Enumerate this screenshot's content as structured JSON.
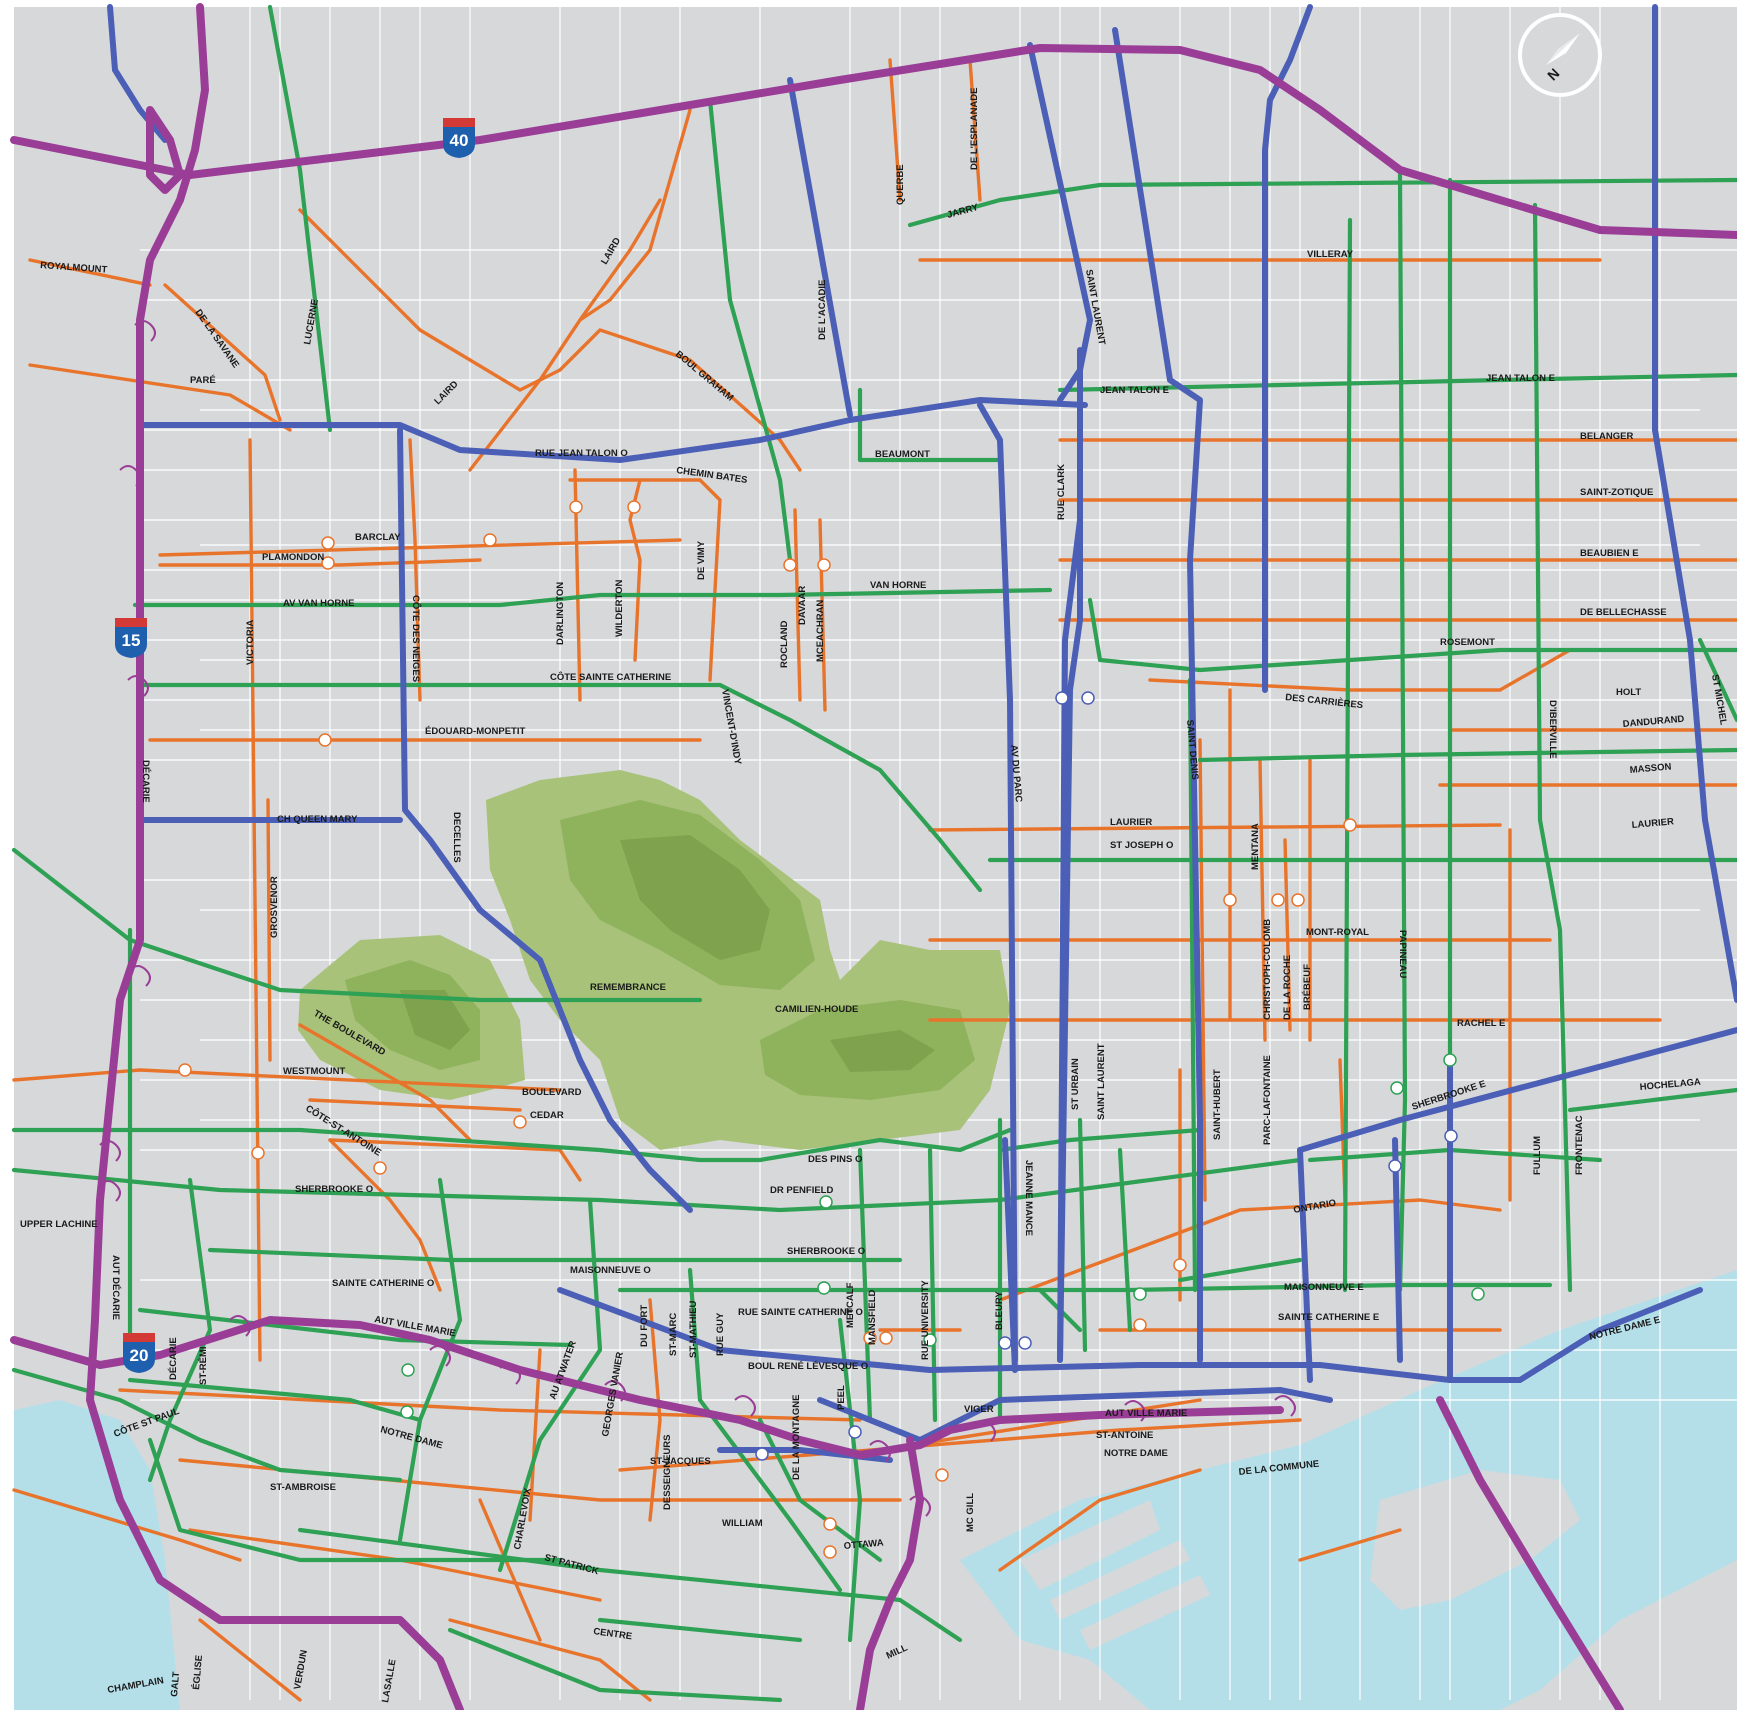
{
  "map": {
    "colors": {
      "land": "#d7d8da",
      "water": "#b4dfe9",
      "park": "#9bb96a",
      "park_dark": "#7fa34e",
      "orange_route": "#e8742c",
      "green_route": "#2ea154",
      "blue_route": "#4b5fb6",
      "purple_highway": "#9a3d96"
    },
    "shields": [
      {
        "id": "i40",
        "number": "40"
      },
      {
        "id": "i15",
        "number": "15"
      },
      {
        "id": "i20",
        "number": "20"
      }
    ],
    "compass_icon": "north-arrow-icon",
    "labels": [
      "ROYALMOUNT",
      "DE LA SAVANE",
      "PARÉ",
      "LUCERNE",
      "LAIRD",
      "LAIRD",
      "BOUL GRAHAM",
      "QUERBE",
      "DE L'ESPLANADE",
      "JARRY",
      "DE L'ACADIE",
      "SAINT LAURENT",
      "VILLERAY",
      "JEAN TALON E",
      "JEAN TALON E",
      "BEAUMONT",
      "RUE JEAN TALON O",
      "CHEMIN BATES",
      "BELANGER",
      "SAINT-ZOTIQUE",
      "BEAUBIEN E",
      "DE BELLECHASSE",
      "ROSEMONT",
      "BARCLAY",
      "PLAMONDON",
      "AV VAN HORNE",
      "VAN HORNE",
      "DARLINGTON",
      "WILDERTON",
      "DE VIMY",
      "ROCLAND",
      "DAVAAR",
      "MCEACHRAN",
      "RUE CLARK",
      "VICTORIA",
      "CÔTE DES NEIGES",
      "CÔTE SAINTE CATHERINE",
      "ÉDOUARD-MONPETIT",
      "VINCENT-D'INDY",
      "DES CARRIÈRES",
      "HOLT",
      "DANDURAND",
      "MASSON",
      "ST MICHEL",
      "D'IBERVILLE",
      "SAINT DENIS",
      "AV DU PARC",
      "DÉCARIE",
      "CH QUEEN MARY",
      "DECELLES",
      "GROSVENOR",
      "LAURIER",
      "LAURIER",
      "ST JOSEPH O",
      "MENTANA",
      "MONT-ROYAL",
      "CHRISTOPH-COLOMB",
      "DE LA ROCHE",
      "BRÉBEUF",
      "PAPINEAU",
      "RACHEL E",
      "REMEMBRANCE",
      "CAMILIEN-HOUDE",
      "THE BOULEVARD",
      "WESTMOUNT",
      "BOULEVARD",
      "CEDAR",
      "CÔTE-ST-ANTOINE",
      "ST URBAIN",
      "SAINT LAURENT",
      "SAINT-HUBERT",
      "PARC-LAFONTAINE",
      "SHERBROOKE E",
      "HOCHELAGA",
      "FULLUM",
      "FRONTENAC",
      "DES PINS O",
      "DR PENFIELD",
      "JEANNE MANCE",
      "SHERBROOKE O",
      "UPPER LACHINE",
      "ONTARIO",
      "SHERBROOKE O",
      "MAISONNEUVE O",
      "SAINTE CATHERINE O",
      "MAISONNEUVE E",
      "SAINTE CATHERINE E",
      "NOTRE DAME E",
      "AUT VILLE MARIE",
      "AUT DÉCARIE",
      "RUE SAINTE CATHERINE O",
      "DU FORT",
      "ST-MARC",
      "ST-MATHIEU",
      "RUE GUY",
      "METCALF",
      "MANSFIELD",
      "RUE UNIVERSITY",
      "BLEURY",
      "BOUL RENÉ LÉVESQUE O",
      "DÉCARIE",
      "ST-RÉMI",
      "CÔTE ST PAUL",
      "NOTRE DAME",
      "AU ATWATER",
      "GEORGES VANIER",
      "DE LA MONTAGNE",
      "PEEL",
      "VIGER",
      "AUT VILLE MARIE",
      "ST-ANTOINE",
      "NOTRE DAME",
      "ST-JACQUES",
      "ST-AMBROISE",
      "DESSEIGNEURS",
      "CHARLEVOIX",
      "WILLIAM",
      "OTTAWA",
      "MC GILL",
      "DE LA COMMUNE",
      "ST PATRICK",
      "CENTRE",
      "MILL",
      "CHAMPLAIN",
      "GALT",
      "ÉGLISE",
      "VERDUN",
      "LASALLE"
    ]
  }
}
